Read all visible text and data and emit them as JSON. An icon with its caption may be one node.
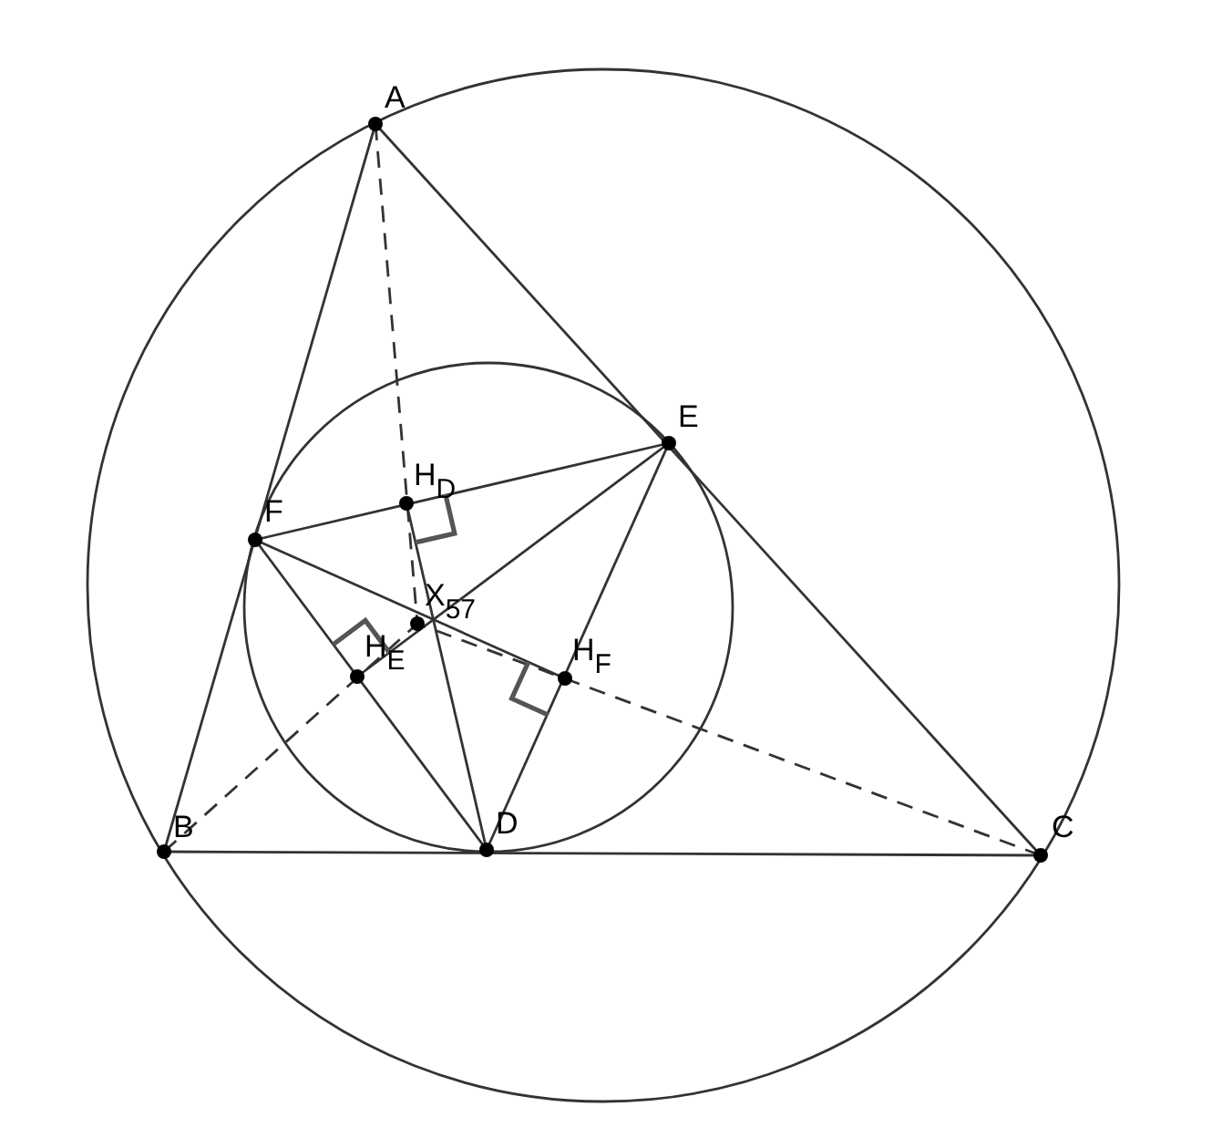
{
  "diagram": {
    "labels": [
      "A",
      "E",
      "F",
      "H$_{D}$",
      "X$_{57}$",
      "H$_{E}$",
      "H$_{F}$",
      "B",
      "D",
      "C"
    ]
  }
}
